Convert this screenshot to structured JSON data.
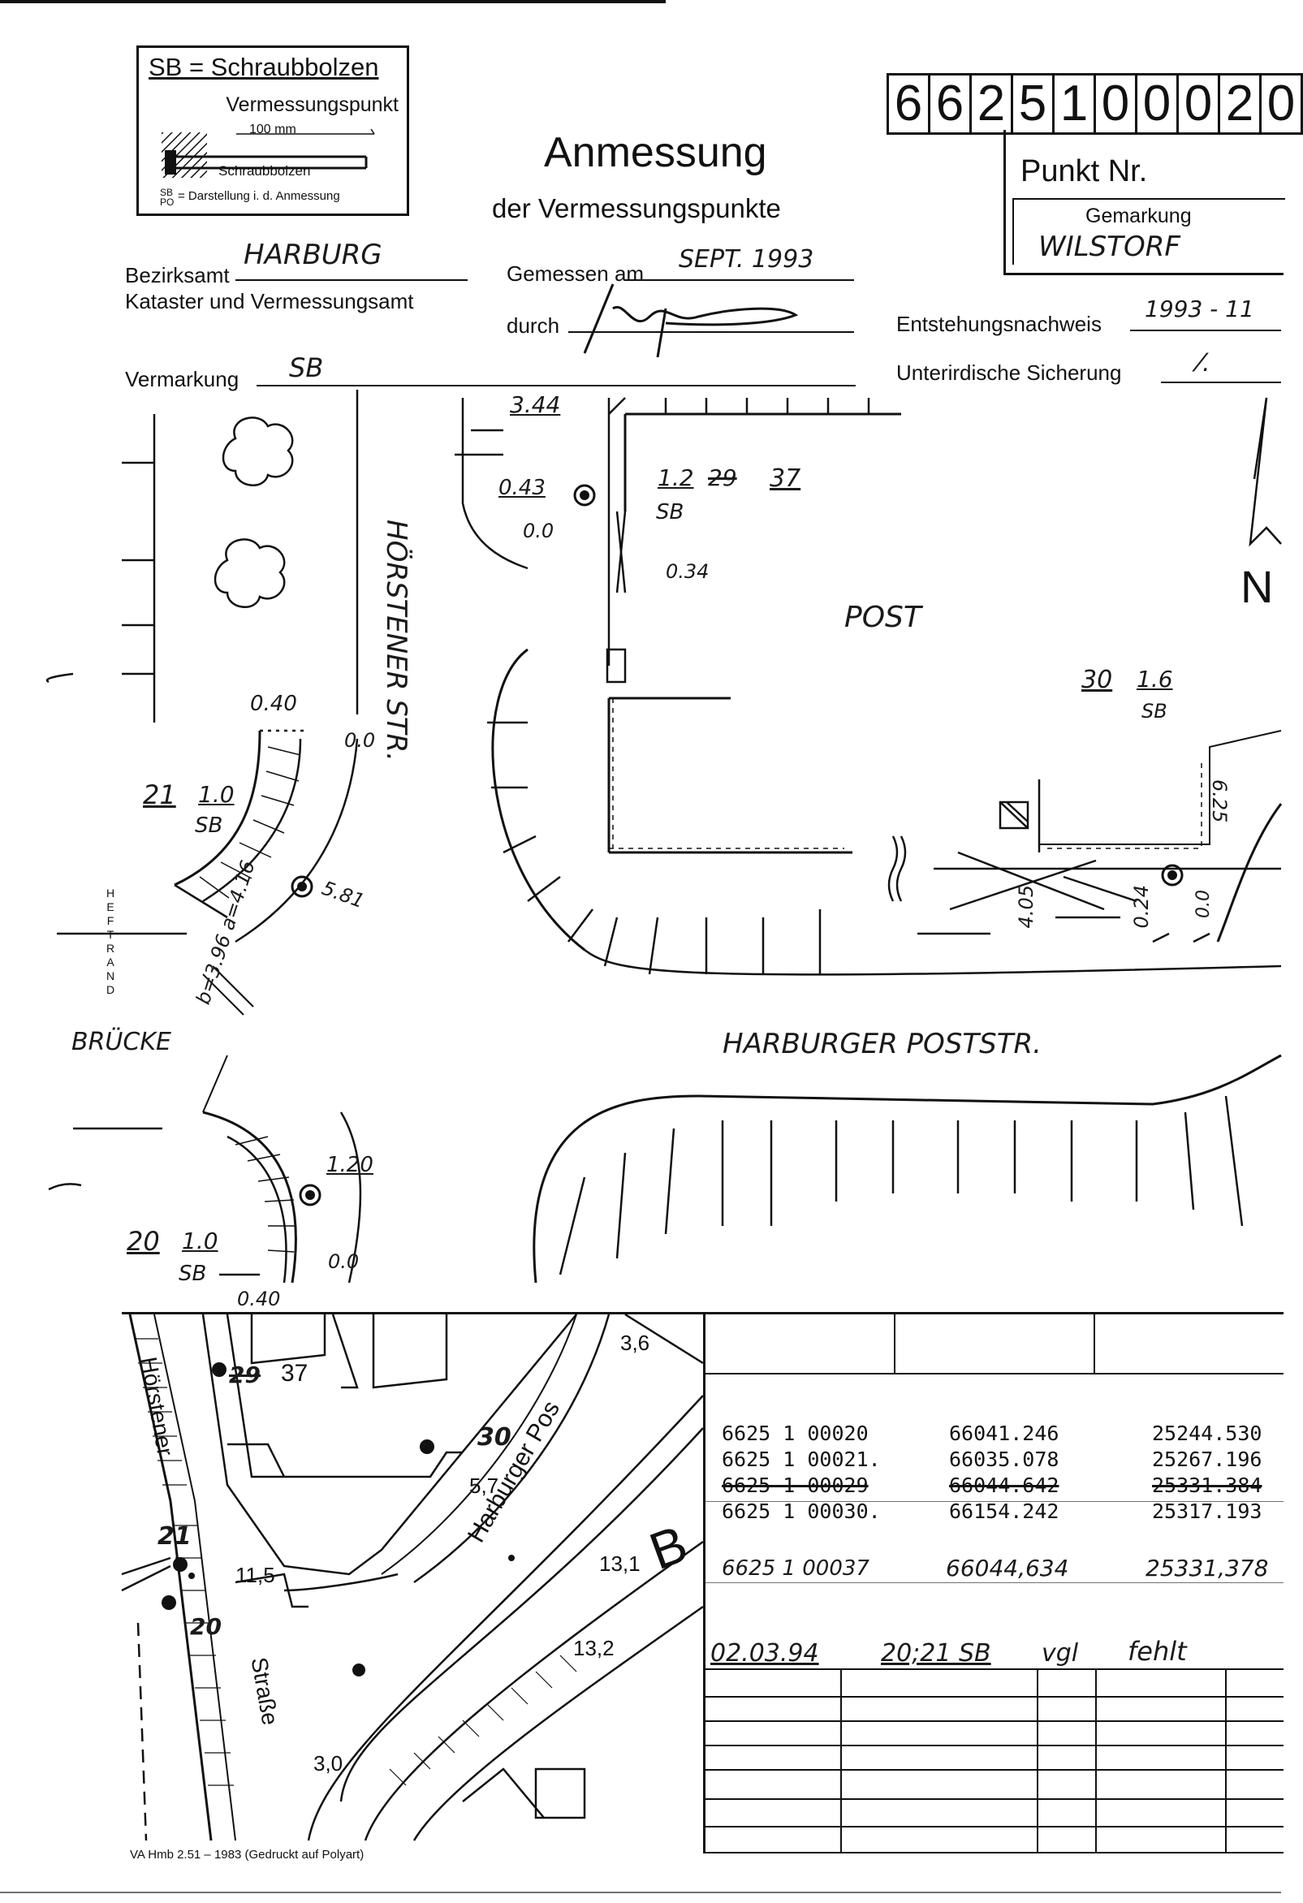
{
  "legend": {
    "title": "SB = Schraubbolzen",
    "vermessungspunkt": "Vermessungspunkt",
    "mm": "100 mm",
    "schraubbolzen": "Schraubbolzen",
    "sbpo": "SB\nPO",
    "sbpo_text": "= Darstellung i. d. Anmessung"
  },
  "header": {
    "title": "Anmessung",
    "subtitle": "der Vermessungspunkte"
  },
  "point_number": {
    "digits": [
      "6",
      "6",
      "2",
      "5",
      "1",
      "0",
      "0",
      "0",
      "2",
      "0"
    ],
    "label": "Punkt Nr.",
    "gemarkung_label": "Gemarkung",
    "gemarkung_value": "WILSTORF"
  },
  "form": {
    "bezirksamt_label": "Bezirksamt",
    "bezirksamt_value": "HARBURG",
    "kataster": "Kataster und Vermessungsamt",
    "gemessen_label": "Gemessen am",
    "gemessen_value": "SEPT. 1993",
    "durch_label": "durch",
    "entstehung_label": "Entstehungsnachweis",
    "entstehung_value": "1993 - 11",
    "vermarkung_label": "Vermarkung",
    "vermarkung_value": "SB",
    "sicherung_label": "Unterirdische Sicherung",
    "sicherung_value": "⁄."
  },
  "sketch": {
    "street_hoerstener": "HÖRSTENER STR.",
    "street_poststr": "HARBURGER POSTSTR.",
    "post": "POST",
    "bruecke": "BRÜCKE",
    "heftrand": "HEFTRAND",
    "north": "N",
    "labels": {
      "m344": "3.44",
      "m043": "0.43",
      "m00a": "0.0",
      "m034": "0.34",
      "p12": "1.2",
      "p12sb": "SB",
      "p29": "29",
      "p37": "37",
      "p30": "30",
      "p30val": "1.6",
      "p30sb": "SB",
      "m040top": "0.40",
      "m00b": "0.0",
      "p21": "21",
      "p21val": "1.0",
      "p21sb": "SB",
      "m581": "5.81",
      "m625": "6.25",
      "m405": "4.05",
      "m024": "0.24",
      "m00c": "0.0",
      "bdist": "b=3.96  a=4.16",
      "m120": "1.20",
      "p20": "20",
      "p20val": "1.0",
      "p20sb": "SB",
      "m00d": "0.0",
      "m040bot": "0.40"
    }
  },
  "map": {
    "street_hoerstener": "Hörstener",
    "street_harburger": "Harburger Pos",
    "street_strasse": "Straße",
    "n29": "29",
    "n37": "37",
    "n30": "30",
    "n21": "21",
    "n20": "20",
    "h36": "3,6",
    "h57": "5,7",
    "h115": "11,5",
    "h131": "13,1",
    "h132": "13,2",
    "h30": "3,0",
    "b": "B"
  },
  "table": {
    "rows": [
      {
        "id": "6625 1 00020",
        "x": "66041.246",
        "y": "25244.530",
        "struck": false
      },
      {
        "id": "6625 1 00021.",
        "x": "66035.078",
        "y": "25267.196",
        "struck": false
      },
      {
        "id": "6625 1 00029",
        "x": "66044.642",
        "y": "25331.384",
        "struck": true
      },
      {
        "id": "6625 1 00030.",
        "x": "66154.242",
        "y": "25317.193",
        "struck": false
      }
    ],
    "hand_row": {
      "id": "6625 1 00037",
      "x": "66044,634",
      "y": "25331,378"
    },
    "note": {
      "date": "02.03.94",
      "points": "20;21 SB",
      "code": "vgl",
      "sign": "fehlt"
    }
  },
  "footer": "VA Hmb 2.51 – 1983 (Gedruckt auf Polyart)"
}
